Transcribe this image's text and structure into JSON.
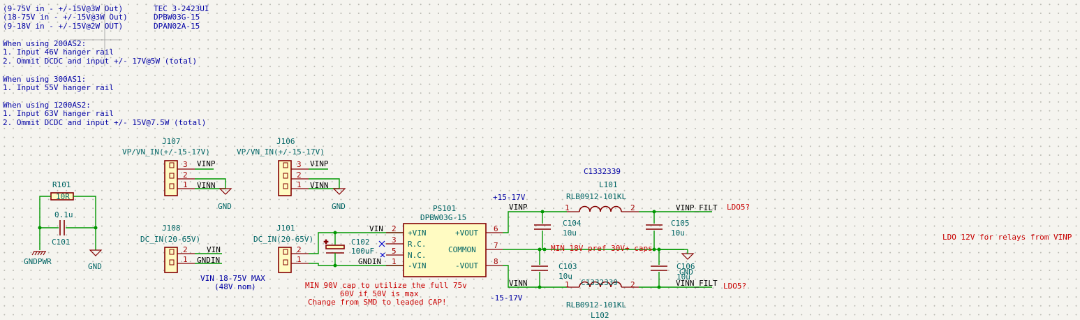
{
  "notes": {
    "line1a": "(9-75V in - +/-15V@3W Out)",
    "line1b": "TEC 3-2423UI",
    "line2a": "(18-75V in - +/-15V@3W Out)",
    "line2b": "DPBW03G-15",
    "line3a": "(9-18V in - +/-15V@2W OUT)",
    "line3b": "DPAN02A-15",
    "block1_title": "When using 200AS2:",
    "block1_l1": "1. Input 46V hanger rail",
    "block1_l2": "2. Ommit DCDC and input +/- 17V@5W (total)",
    "block2_title": "When using 300AS1:",
    "block2_l1": "1. Input 55V hanger rail",
    "block3_title": "When using 1200AS2:",
    "block3_l1": "1. Input 63V hanger rail",
    "block3_l2": "2. Ommit DCDC and input +/- 15V@7.5W (total)",
    "vin_range": "VIN 18-75V MAX",
    "vin_nom": "(48V nom)",
    "cap_note1": "MIN 90V cap to utilize the full 75v",
    "cap_note2": "60V if 50V is max",
    "cap_note3": "Change from SMD to leaded CAP!",
    "cap_pref": "MIN 18V pref 30V+ caps",
    "ldo_note": "LDO 12V for relays from VINP",
    "ldo1": "LDO5?",
    "ldo2": "LDO5?",
    "c1332339_top": "C1332339"
  },
  "components": {
    "R101": {
      "ref": "R101",
      "value": "10R"
    },
    "C101": {
      "ref": "C101",
      "value": "0.1u"
    },
    "J107": {
      "ref": "J107",
      "value": "VP/VN_IN(+/-15-17V)",
      "pins": [
        "3",
        "2",
        "1"
      ],
      "nets": [
        "VINP",
        "",
        "VINN"
      ]
    },
    "J106": {
      "ref": "J106",
      "value": "VP/VN_IN(+/-15-17V)",
      "pins": [
        "3",
        "2",
        "1"
      ],
      "nets": [
        "VINP",
        "",
        "VINN"
      ]
    },
    "J108": {
      "ref": "J108",
      "value": "DC_IN(20-65V)",
      "pins": [
        "2",
        "1"
      ],
      "nets": [
        "VIN",
        "GNDIN"
      ]
    },
    "J101": {
      "ref": "J101",
      "value": "DC_IN(20-65V)",
      "pins": [
        "2",
        "1"
      ]
    },
    "C102": {
      "ref": "C102",
      "value": "100uF"
    },
    "PS101": {
      "ref": "PS101",
      "value": "DPBW03G-15",
      "left_pins": [
        {
          "num": "2",
          "name": "+VIN"
        },
        {
          "num": "3",
          "name": "R.C."
        },
        {
          "num": "5",
          "name": "N.C."
        },
        {
          "num": "1",
          "name": "-VIN"
        }
      ],
      "right_pins": [
        {
          "num": "6",
          "name": "+VOUT"
        },
        {
          "num": "7",
          "name": "COMMON"
        },
        {
          "num": "8",
          "name": "-VOUT"
        }
      ]
    },
    "C104": {
      "ref": "C104",
      "value": "10u"
    },
    "C105": {
      "ref": "C105",
      "value": "10u"
    },
    "C103": {
      "ref": "C103",
      "value": "10u"
    },
    "C106": {
      "ref": "C106",
      "value": "10u"
    },
    "L101": {
      "ref": "L101",
      "value": "RLB0912-101KL",
      "pin1": "1",
      "pin2": "2"
    },
    "L102": {
      "ref": "L102",
      "value": "RLB0912-101KL",
      "part": "C1332339",
      "pin1": "1",
      "pin2": "2"
    }
  },
  "nets": {
    "gndpwr": "GNDPWR",
    "gnd": "GND",
    "vin": "VIN",
    "gndin": "GNDIN",
    "vinp": "VINP",
    "vinn": "VINN",
    "vinp_filt": "VINP_FILT",
    "vinn_filt": "VINN_FILT",
    "plus15": "+15-17V",
    "minus15": "-15-17V"
  },
  "colors": {
    "background": "#f5f4ef",
    "wire": "#009600",
    "component_outline": "#840000",
    "component_fill": "#fffbc2",
    "note_text": "#0000a4",
    "ref_text": "#006464",
    "warning_text": "#c80000"
  }
}
